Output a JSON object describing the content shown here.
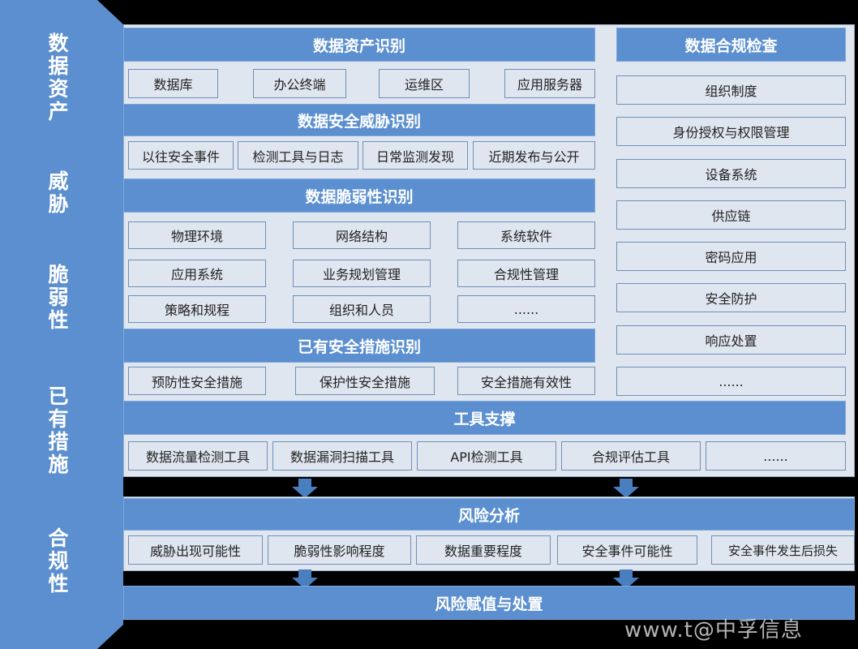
{
  "side_labels": [
    "数据资产",
    "威胁",
    "脆弱性",
    "已有措施",
    "合规性"
  ],
  "asset": {
    "title": "数据资产识别",
    "items": [
      "数据库",
      "办公终端",
      "运维区",
      "应用服务器"
    ]
  },
  "threat": {
    "title": "数据安全威胁识别",
    "items": [
      "以往安全事件",
      "检测工具与日志",
      "日常监测发现",
      "近期发布与公开"
    ]
  },
  "vuln": {
    "title": "数据脆弱性识别",
    "items": [
      "物理环境",
      "网络结构",
      "系统软件",
      "应用系统",
      "业务规划管理",
      "合规性管理",
      "策略和规程",
      "组织和人员",
      "......"
    ]
  },
  "measures": {
    "title": "已有安全措施识别",
    "items": [
      "预防性安全措施",
      "保护性安全措施",
      "安全措施有效性"
    ]
  },
  "compliance": {
    "title": "数据合规检查",
    "items": [
      "组织制度",
      "身份授权与权限管理",
      "设备系统",
      "供应链",
      "密码应用",
      "安全防护",
      "响应处置",
      "......"
    ]
  },
  "tools": {
    "title": "工具支撑",
    "items": [
      "数据流量检测工具",
      "数据漏洞扫描工具",
      "API检测工具",
      "合规评估工具",
      "......"
    ]
  },
  "risk": {
    "title": "风险分析",
    "items": [
      "威胁出现可能性",
      "脆弱性影响程度",
      "数据重要程度",
      "安全事件可能性",
      "安全事件发生后损失"
    ]
  },
  "disposal": {
    "title": "风险赋值与处置"
  },
  "watermark": "www.t@中孚信息",
  "colors": {
    "header": "#5b8fd0",
    "band": "#5b8fd0",
    "cell_bg": "#dfe6ef",
    "arrow": "#4a7fbf"
  }
}
